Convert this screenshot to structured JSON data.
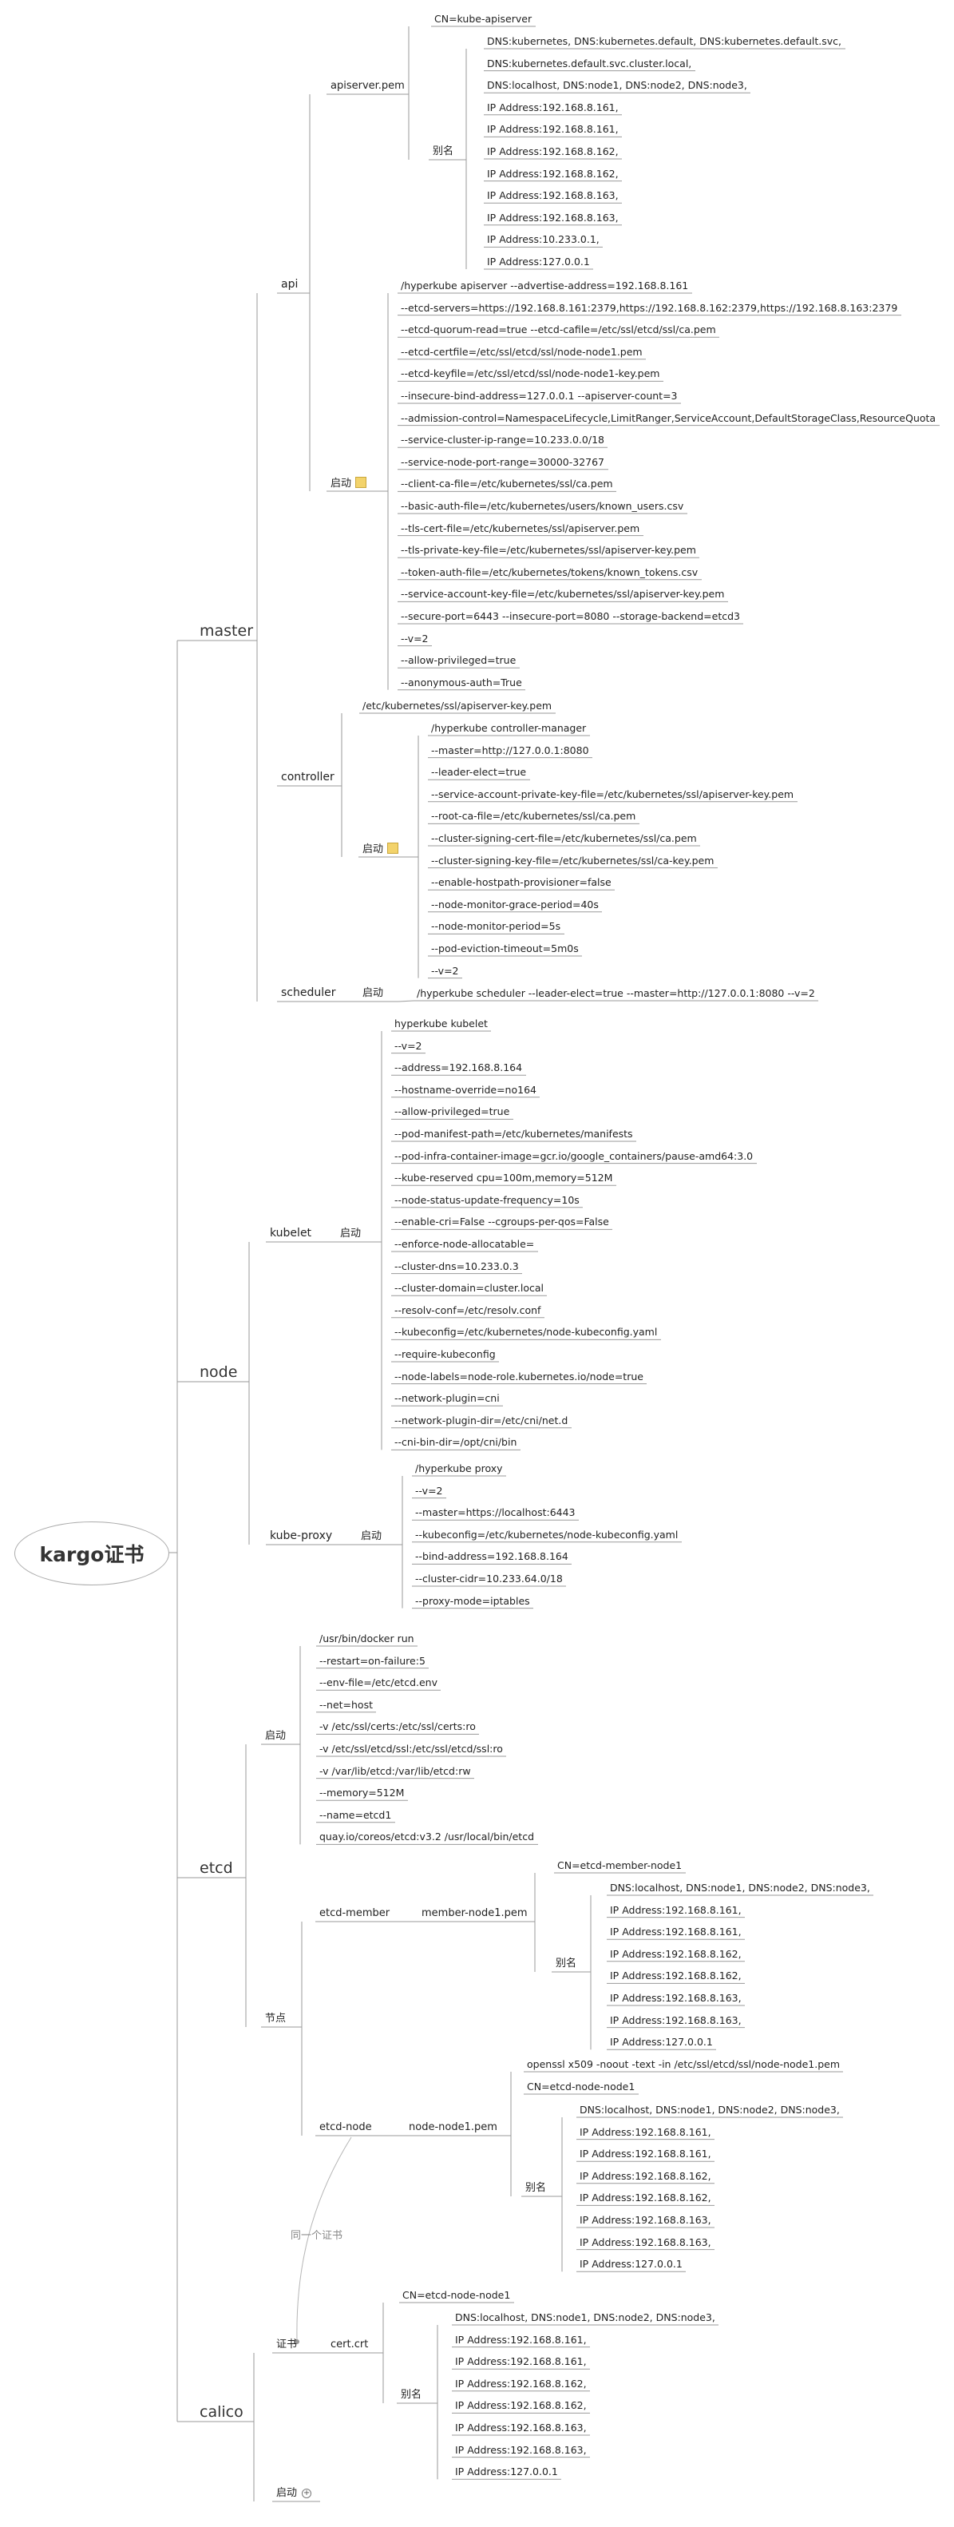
{
  "root": "kargo证书",
  "master": {
    "label": "master",
    "api": {
      "label": "api",
      "pem": {
        "label": "apiserver.pem",
        "cn": "CN=kube-apiserver",
        "alias_label": "别名",
        "alias": [
          "DNS:kubernetes, DNS:kubernetes.default, DNS:kubernetes.default.svc,",
          "DNS:kubernetes.default.svc.cluster.local,",
          "DNS:localhost, DNS:node1, DNS:node2, DNS:node3,",
          "IP Address:192.168.8.161,",
          "IP Address:192.168.8.161,",
          "IP Address:192.168.8.162,",
          "IP Address:192.168.8.162,",
          "IP Address:192.168.8.163,",
          "IP Address:192.168.8.163,",
          "IP Address:10.233.0.1,",
          "IP Address:127.0.0.1"
        ]
      },
      "start": {
        "label": "启动",
        "flags": [
          "/hyperkube apiserver --advertise-address=192.168.8.161",
          "--etcd-servers=https://192.168.8.161:2379,https://192.168.8.162:2379,https://192.168.8.163:2379",
          "--etcd-quorum-read=true --etcd-cafile=/etc/ssl/etcd/ssl/ca.pem",
          "--etcd-certfile=/etc/ssl/etcd/ssl/node-node1.pem",
          "--etcd-keyfile=/etc/ssl/etcd/ssl/node-node1-key.pem",
          "--insecure-bind-address=127.0.0.1 --apiserver-count=3",
          "--admission-control=NamespaceLifecycle,LimitRanger,ServiceAccount,DefaultStorageClass,ResourceQuota",
          "--service-cluster-ip-range=10.233.0.0/18",
          "--service-node-port-range=30000-32767",
          "--client-ca-file=/etc/kubernetes/ssl/ca.pem",
          "--basic-auth-file=/etc/kubernetes/users/known_users.csv",
          "--tls-cert-file=/etc/kubernetes/ssl/apiserver.pem",
          "--tls-private-key-file=/etc/kubernetes/ssl/apiserver-key.pem",
          "--token-auth-file=/etc/kubernetes/tokens/known_tokens.csv",
          "--service-account-key-file=/etc/kubernetes/ssl/apiserver-key.pem",
          "--secure-port=6443 --insecure-port=8080 --storage-backend=etcd3",
          "--v=2",
          "--allow-privileged=true",
          "--anonymous-auth=True"
        ]
      }
    },
    "controller": {
      "label": "controller",
      "key": "/etc/kubernetes/ssl/apiserver-key.pem",
      "start": {
        "label": "启动",
        "flags": [
          "/hyperkube controller-manager",
          "--master=http://127.0.0.1:8080",
          "--leader-elect=true",
          "--service-account-private-key-file=/etc/kubernetes/ssl/apiserver-key.pem",
          "--root-ca-file=/etc/kubernetes/ssl/ca.pem",
          "--cluster-signing-cert-file=/etc/kubernetes/ssl/ca.pem",
          "--cluster-signing-key-file=/etc/kubernetes/ssl/ca-key.pem",
          "--enable-hostpath-provisioner=false",
          "--node-monitor-grace-period=40s",
          "--node-monitor-period=5s",
          "--pod-eviction-timeout=5m0s",
          "--v=2"
        ]
      }
    },
    "scheduler": {
      "label": "scheduler",
      "start_label": "启动",
      "cmd": "/hyperkube scheduler --leader-elect=true --master=http://127.0.0.1:8080 --v=2"
    }
  },
  "node": {
    "label": "node",
    "kubelet": {
      "label": "kubelet",
      "start_label": "启动",
      "flags": [
        "hyperkube kubelet",
        "--v=2",
        "--address=192.168.8.164",
        "--hostname-override=no164",
        "--allow-privileged=true",
        "--pod-manifest-path=/etc/kubernetes/manifests",
        "--pod-infra-container-image=gcr.io/google_containers/pause-amd64:3.0",
        "--kube-reserved cpu=100m,memory=512M",
        "--node-status-update-frequency=10s",
        "--enable-cri=False --cgroups-per-qos=False",
        "--enforce-node-allocatable=",
        "--cluster-dns=10.233.0.3",
        "--cluster-domain=cluster.local",
        "--resolv-conf=/etc/resolv.conf",
        "--kubeconfig=/etc/kubernetes/node-kubeconfig.yaml",
        "--require-kubeconfig",
        "--node-labels=node-role.kubernetes.io/node=true",
        "--network-plugin=cni",
        "--network-plugin-dir=/etc/cni/net.d",
        "--cni-bin-dir=/opt/cni/bin"
      ]
    },
    "kube_proxy": {
      "label": "kube-proxy",
      "start_label": "启动",
      "flags": [
        "/hyperkube proxy",
        "--v=2",
        "--master=https://localhost:6443",
        "--kubeconfig=/etc/kubernetes/node-kubeconfig.yaml",
        "--bind-address=192.168.8.164",
        "--cluster-cidr=10.233.64.0/18",
        "--proxy-mode=iptables"
      ]
    }
  },
  "etcd": {
    "label": "etcd",
    "start": {
      "label": "启动",
      "flags": [
        "/usr/bin/docker run",
        "--restart=on-failure:5",
        "--env-file=/etc/etcd.env",
        "--net=host",
        "-v /etc/ssl/certs:/etc/ssl/certs:ro",
        "-v /etc/ssl/etcd/ssl:/etc/ssl/etcd/ssl:ro",
        "-v /var/lib/etcd:/var/lib/etcd:rw",
        "--memory=512M",
        "--name=etcd1",
        "quay.io/coreos/etcd:v3.2 /usr/local/bin/etcd"
      ]
    },
    "nodes": {
      "label": "节点",
      "member": {
        "label": "etcd-member",
        "pem": "member-node1.pem",
        "cn": "CN=etcd-member-node1",
        "alias_label": "别名",
        "alias": [
          "DNS:localhost, DNS:node1, DNS:node2, DNS:node3,",
          "IP Address:192.168.8.161,",
          "IP Address:192.168.8.161,",
          "IP Address:192.168.8.162,",
          "IP Address:192.168.8.162,",
          "IP Address:192.168.8.163,",
          "IP Address:192.168.8.163,",
          "IP Address:127.0.0.1"
        ]
      },
      "node": {
        "label": "etcd-node",
        "pem": "node-node1.pem",
        "cmd": "openssl x509 -noout -text -in /etc/ssl/etcd/ssl/node-node1.pem",
        "cn": "CN=etcd-node-node1",
        "alias_label": "别名",
        "alias": [
          "DNS:localhost, DNS:node1, DNS:node2, DNS:node3,",
          "IP Address:192.168.8.161,",
          "IP Address:192.168.8.161,",
          "IP Address:192.168.8.162,",
          "IP Address:192.168.8.162,",
          "IP Address:192.168.8.163,",
          "IP Address:192.168.8.163,",
          "IP Address:127.0.0.1"
        ]
      }
    }
  },
  "relation": "同一个证书",
  "calico": {
    "label": "calico",
    "cert": {
      "label": "证书",
      "file": "cert.crt",
      "cn": "CN=etcd-node-node1",
      "alias_label": "别名",
      "alias": [
        "DNS:localhost, DNS:node1, DNS:node2, DNS:node3,",
        "IP Address:192.168.8.161,",
        "IP Address:192.168.8.161,",
        "IP Address:192.168.8.162,",
        "IP Address:192.168.8.162,",
        "IP Address:192.168.8.163,",
        "IP Address:192.168.8.163,",
        "IP Address:127.0.0.1"
      ]
    },
    "start_label": "启动"
  }
}
